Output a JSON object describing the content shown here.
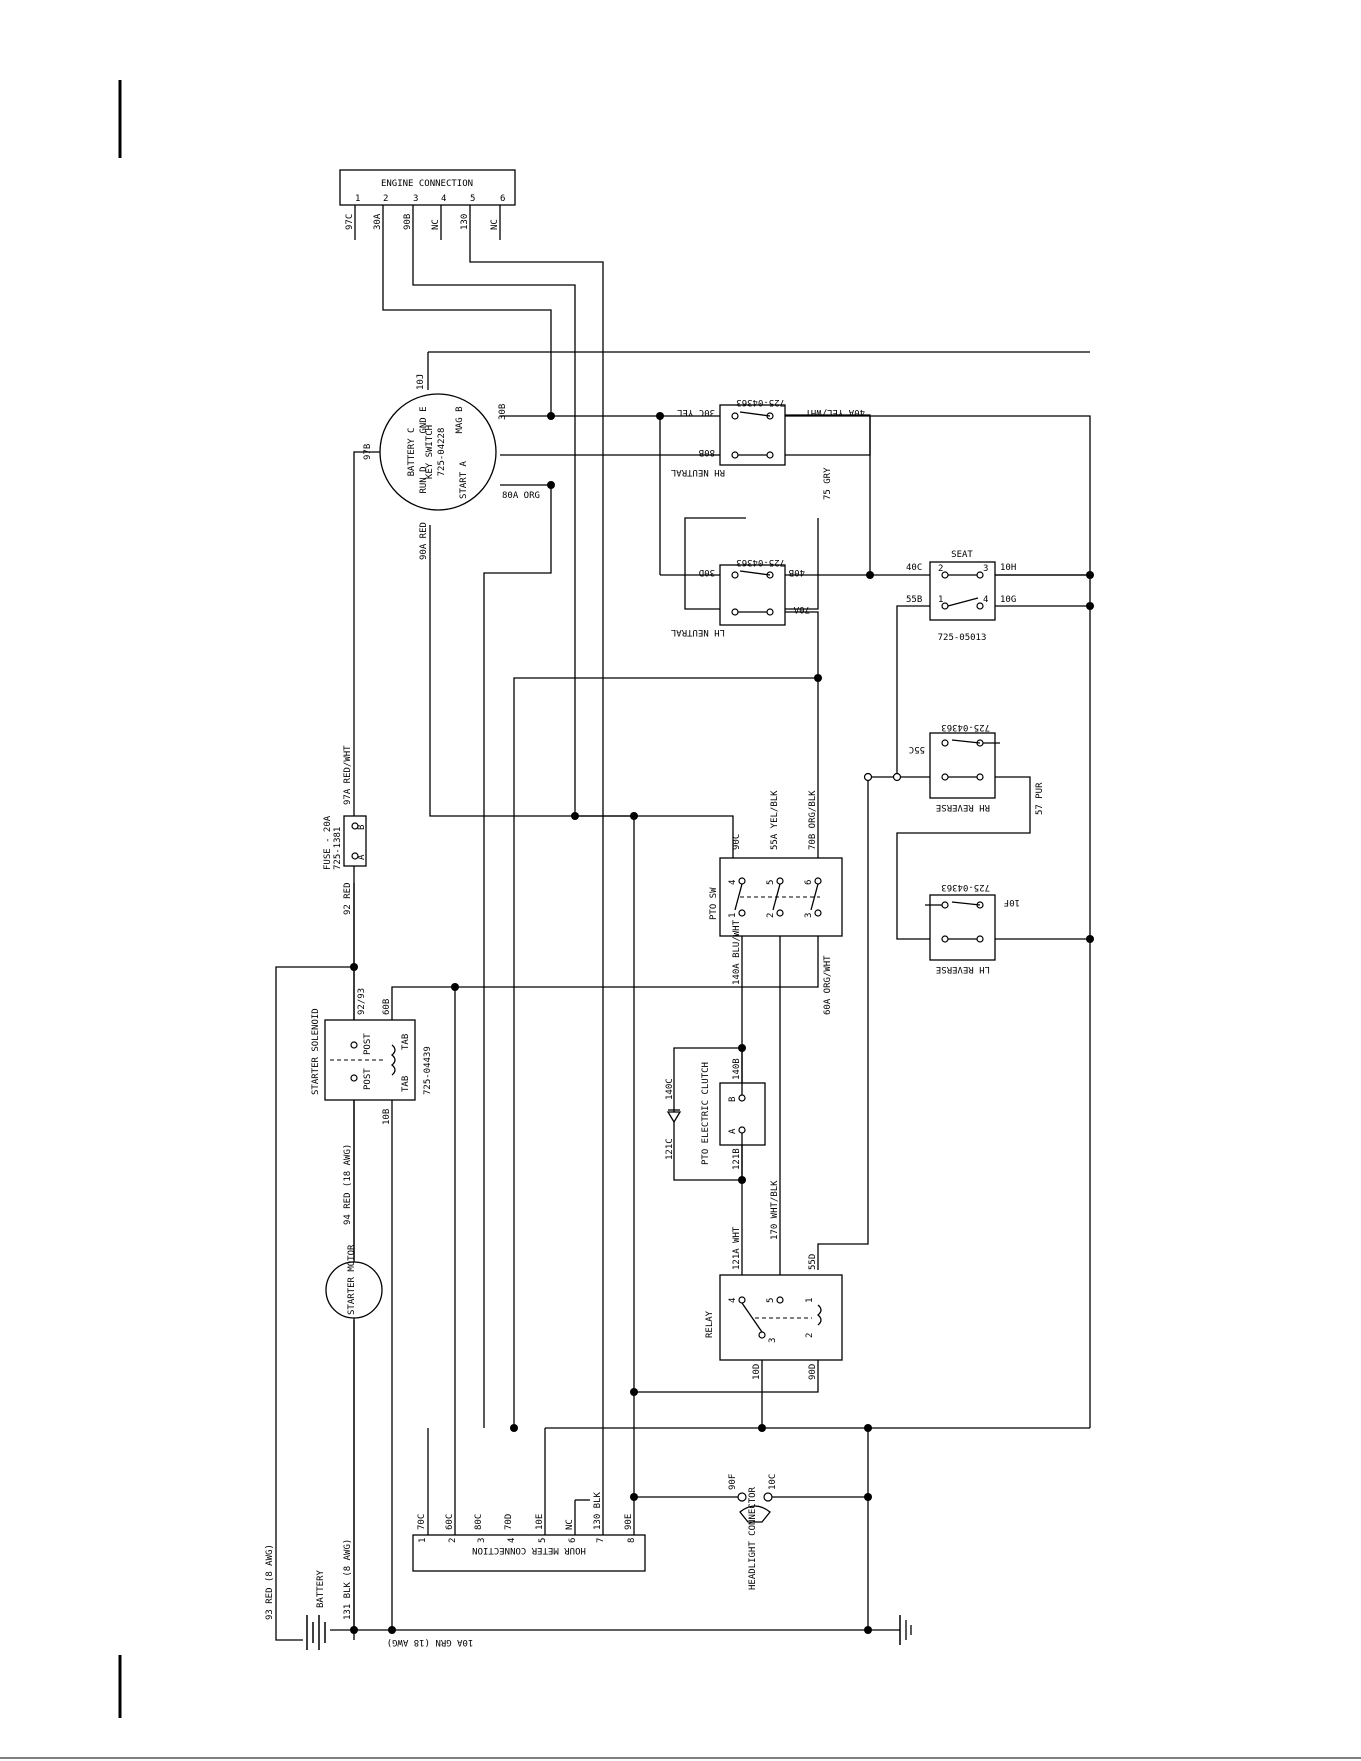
{
  "engine_connection": {
    "title": "ENGINE CONNECTION",
    "pins": [
      "1",
      "2",
      "3",
      "4",
      "5",
      "6"
    ],
    "wires": [
      "97C",
      "30A",
      "90B",
      "NC",
      "130",
      "NC"
    ]
  },
  "key_switch": {
    "title": "KEY SWITCH",
    "part": "725-04228",
    "terminals": {
      "battery": "BATTERY C",
      "gnd": "GND E",
      "mag": "MAG B",
      "start": "START A",
      "run": "RUN D"
    }
  },
  "rh_neutral": {
    "label": "RH NEUTRAL",
    "part": "725-04363"
  },
  "lh_neutral": {
    "label": "LH NEUTRAL",
    "part": "725-04363"
  },
  "seat": {
    "label": "SEAT",
    "part": "725-05013"
  },
  "rh_reverse": {
    "label": "RH REVERSE",
    "part": "725-04363"
  },
  "lh_reverse": {
    "label": "LH REVERSE",
    "part": "725-04363"
  },
  "pto_switch": {
    "label": "PTO SW"
  },
  "fuse": {
    "label": "FUSE - 20A",
    "part": "725-1381"
  },
  "starter_solenoid": {
    "label": "STARTER SOLENOID",
    "part": "725-04439",
    "post": "POST",
    "tab": "TAB"
  },
  "pto_clutch": {
    "label": "PTO ELECTRIC CLUTCH"
  },
  "starter_motor": {
    "label": "STARTER MOTOR"
  },
  "relay": {
    "label": "RELAY"
  },
  "hour_meter": {
    "title": "HOUR METER CONNECTION",
    "pins": [
      "1",
      "2",
      "3",
      "4",
      "5",
      "6",
      "7",
      "8"
    ],
    "wires": [
      "70C",
      "60C",
      "80C",
      "70D",
      "10E",
      "NC",
      "130 BLK",
      "90E"
    ]
  },
  "headlight": {
    "label": "HEADLIGHT CONNECTOR"
  },
  "battery": {
    "label": "BATTERY"
  },
  "wire_labels": {
    "w30b": "30B",
    "w80a": "80A ORG",
    "w97b": "97B",
    "w10j": "10J",
    "w90a": "90A RED",
    "w30c": "30C YEL",
    "w40a": "40A YEL/WHT",
    "w80b": "80B",
    "w75": "75 GRY",
    "w30d": "30D",
    "w40b": "40B",
    "w70a": "70A",
    "w40c": "40C",
    "w10h": "10H",
    "w55b": "55B",
    "w10g": "10G",
    "w55c": "55C",
    "w57": "57 PUR",
    "w10f": "10F",
    "w97a": "97A RED/WHT",
    "w92": "92 RED",
    "w90c": "90C",
    "w55a": "55A YEL/BLK",
    "w70b": "70B ORG/BLK",
    "w140a": "140A BLU/WHT",
    "w60a": "60A ORG/WHT",
    "w9293": "92/93",
    "w60b": "60B",
    "w10b": "10B",
    "w94": "94 RED (18 AWG)",
    "w140b": "140B",
    "w140c": "140C",
    "w121c": "121C",
    "w121b": "121B",
    "w121a": "121A WHT",
    "w170": "170 WHT/BLK",
    "w55d": "55D",
    "w10d": "10D",
    "w90d": "90D",
    "w90f": "90F",
    "w10c": "10C",
    "w93": "93 RED (8 AWG)",
    "w131": "131 BLK (8 AWG)",
    "w10a": "10A GRN (18 AWG)"
  },
  "terminal_letters": {
    "a": "A",
    "b": "B",
    "c": "C",
    "d": "D",
    "e": "E"
  },
  "switch_pins": {
    "p1": "1",
    "p2": "2",
    "p3": "3",
    "p4": "4",
    "p5": "5",
    "p6": "6"
  }
}
